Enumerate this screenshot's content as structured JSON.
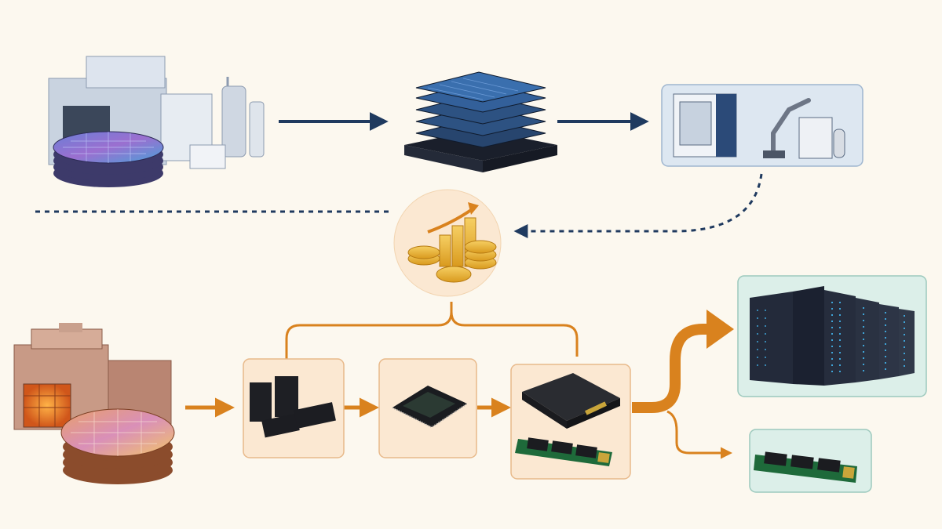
{
  "diagram": {
    "description_nodes": [
      {
        "id": "fab-top",
        "icon": "wafer-fab-icon"
      },
      {
        "id": "hbm-stack",
        "icon": "stacked-memory-icon"
      },
      {
        "id": "equipment",
        "icon": "semiconductor-equipment-icon"
      },
      {
        "id": "investment",
        "icon": "rising-coins-icon"
      },
      {
        "id": "fab-bottom",
        "icon": "memory-fab-icon"
      },
      {
        "id": "memory-chips",
        "icon": "memory-chips-icon"
      },
      {
        "id": "controller-chip",
        "icon": "controller-chip-icon"
      },
      {
        "id": "ssd-products",
        "icon": "ssd-icon"
      },
      {
        "id": "data-center",
        "icon": "server-rack-icon"
      },
      {
        "id": "m2-drive",
        "icon": "m2-ssd-icon"
      }
    ]
  },
  "colors": {
    "background": "#fcf8ef",
    "navy_flow": "#1f3a5f",
    "orange_flow": "#d9821e",
    "orange_box_fill": "#fbe8d2",
    "orange_box_stroke": "#e8b98a",
    "blue_box_fill": "#dde7f1",
    "blue_box_stroke": "#9fb6cf",
    "teal_box_fill": "#dcefe9",
    "teal_box_stroke": "#9cc9bd"
  }
}
